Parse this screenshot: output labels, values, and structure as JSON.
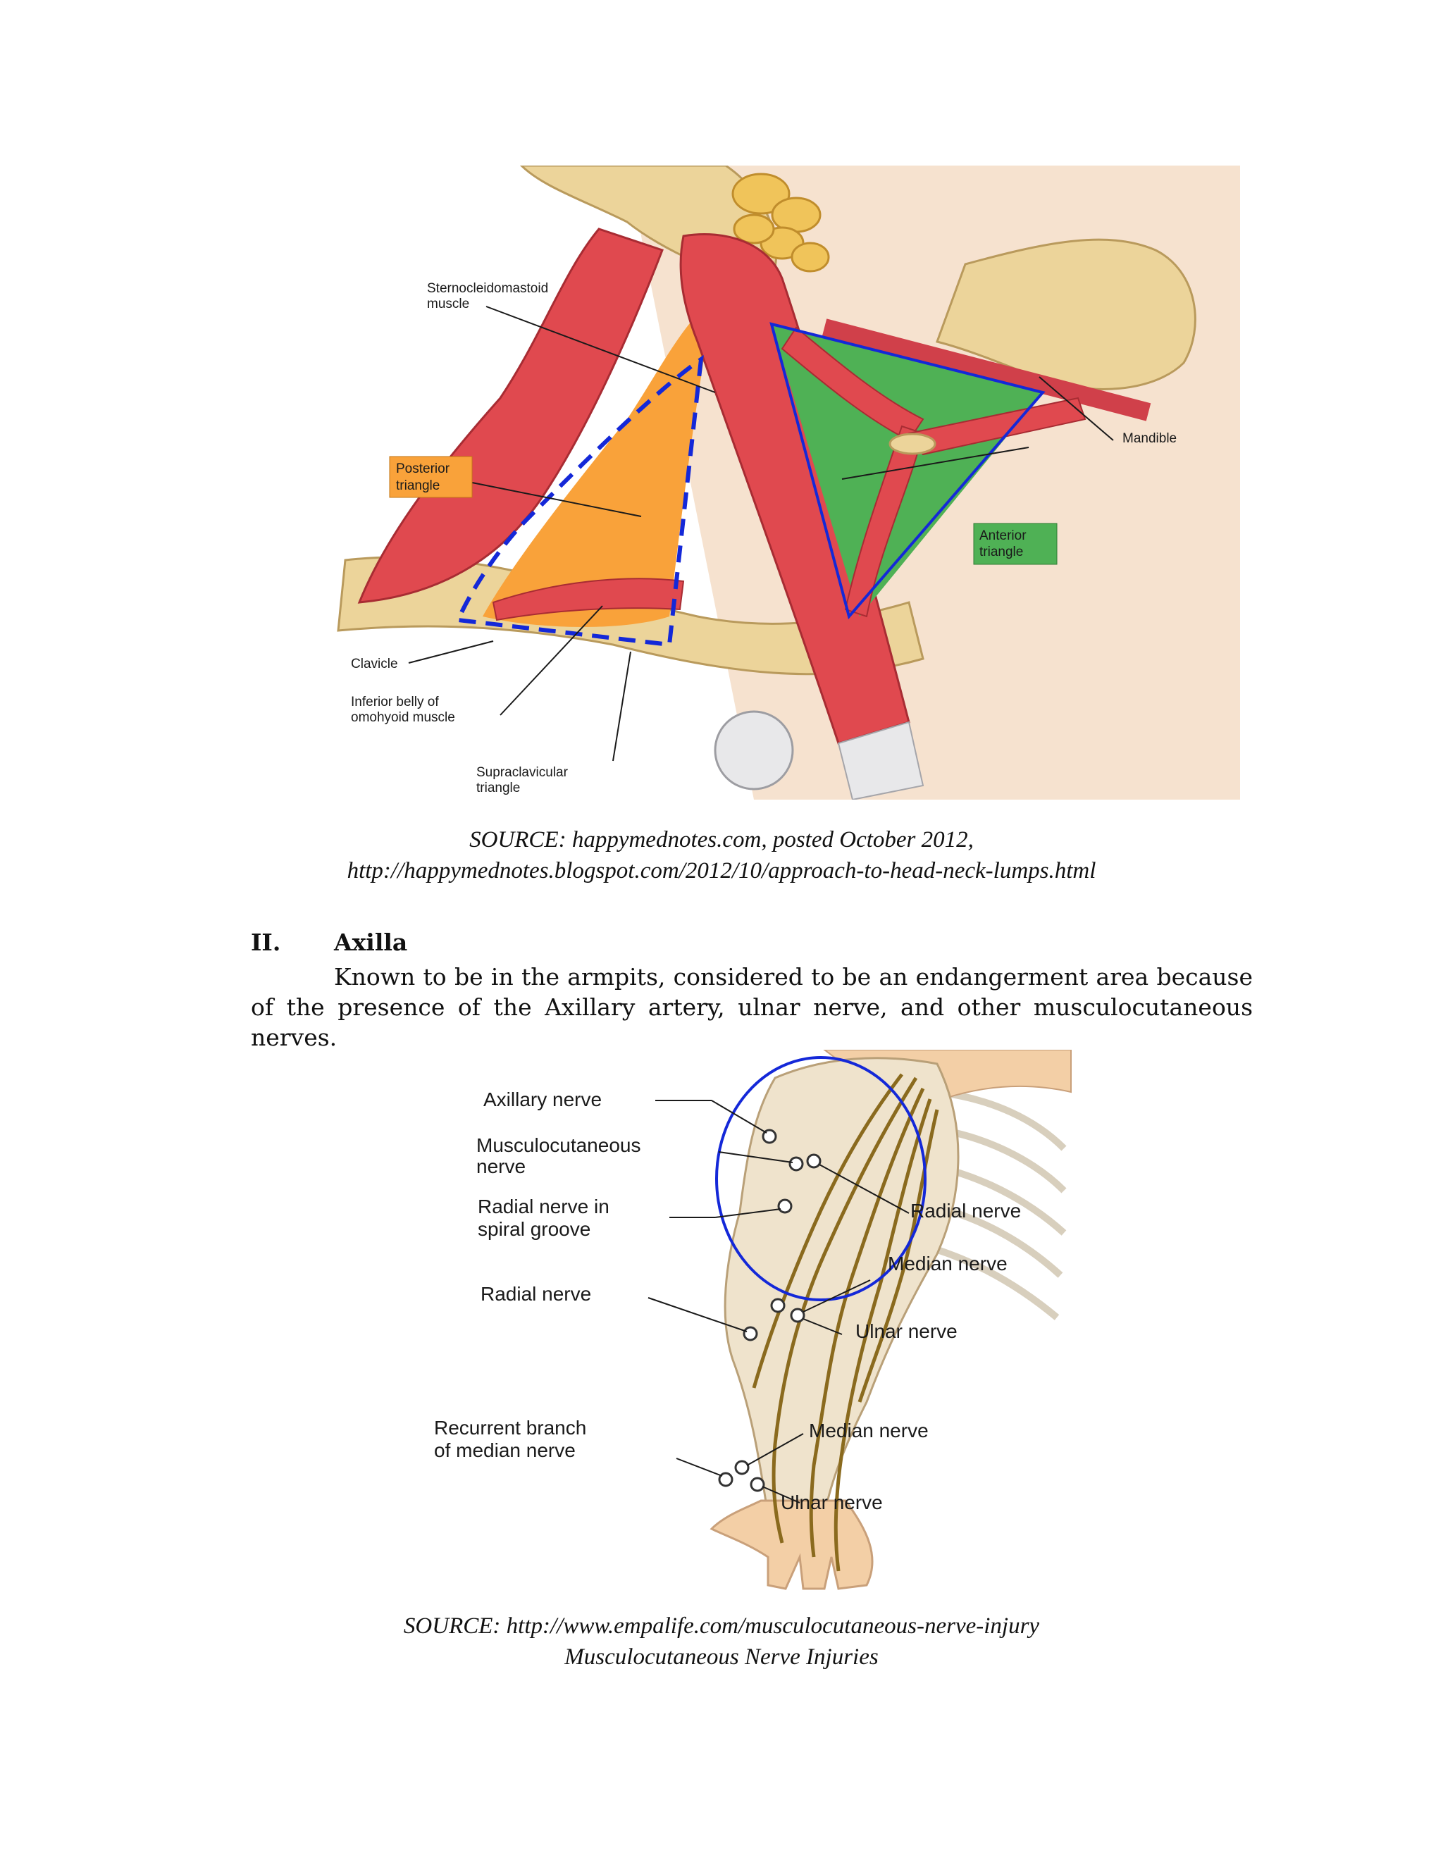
{
  "figure1": {
    "labels": {
      "scm": [
        "Sternocleidomastoid",
        "muscle"
      ],
      "posterior": [
        "Posterior",
        "triangle"
      ],
      "anterior": [
        "Anterior",
        "triangle"
      ],
      "mandible": "Mandible",
      "clavicle": "Clavicle",
      "omohyoid": [
        "Inferior belly of",
        "omohyoid muscle"
      ],
      "supraclavicular": [
        "Supraclavicular",
        "triangle"
      ]
    },
    "colors": {
      "posterior_fill": "#f9a23a",
      "anterior_fill": "#4fb155",
      "outline": "#1428d8",
      "muscle": "#e0494f",
      "bone": "#ecd49a"
    },
    "caption": {
      "line1": "SOURCE: happymednotes.com, posted October 2012,",
      "line2": "http://happymednotes.blogspot.com/2012/10/approach-to-head-neck-lumps.html"
    }
  },
  "section": {
    "number": "II.",
    "title": "Axilla",
    "body": "Known to be in the armpits, considered to be an endangerment area because of the presence of the Axillary artery, ulnar nerve, and other musculocutaneous nerves."
  },
  "figure2": {
    "labels": {
      "axillary": "Axillary nerve",
      "musculocutaneous": [
        "Musculocutaneous",
        "nerve"
      ],
      "radial_spiral": [
        "Radial nerve in",
        "spiral groove"
      ],
      "radial_left": "Radial nerve",
      "recurrent": [
        "Recurrent branch",
        "of median nerve"
      ],
      "radial_right": "Radial nerve",
      "median_upper": "Median nerve",
      "ulnar_upper": "Ulnar nerve",
      "median_lower": "Median nerve",
      "ulnar_lower": "Ulnar nerve"
    },
    "colors": {
      "skin": "#f3cfa6",
      "nerve": "#8a6a1e",
      "circle": "#1428d8"
    },
    "caption": {
      "line1": "SOURCE: http://www.empalife.com/musculocutaneous-nerve-injury",
      "line2": "Musculocutaneous Nerve Injuries"
    }
  }
}
